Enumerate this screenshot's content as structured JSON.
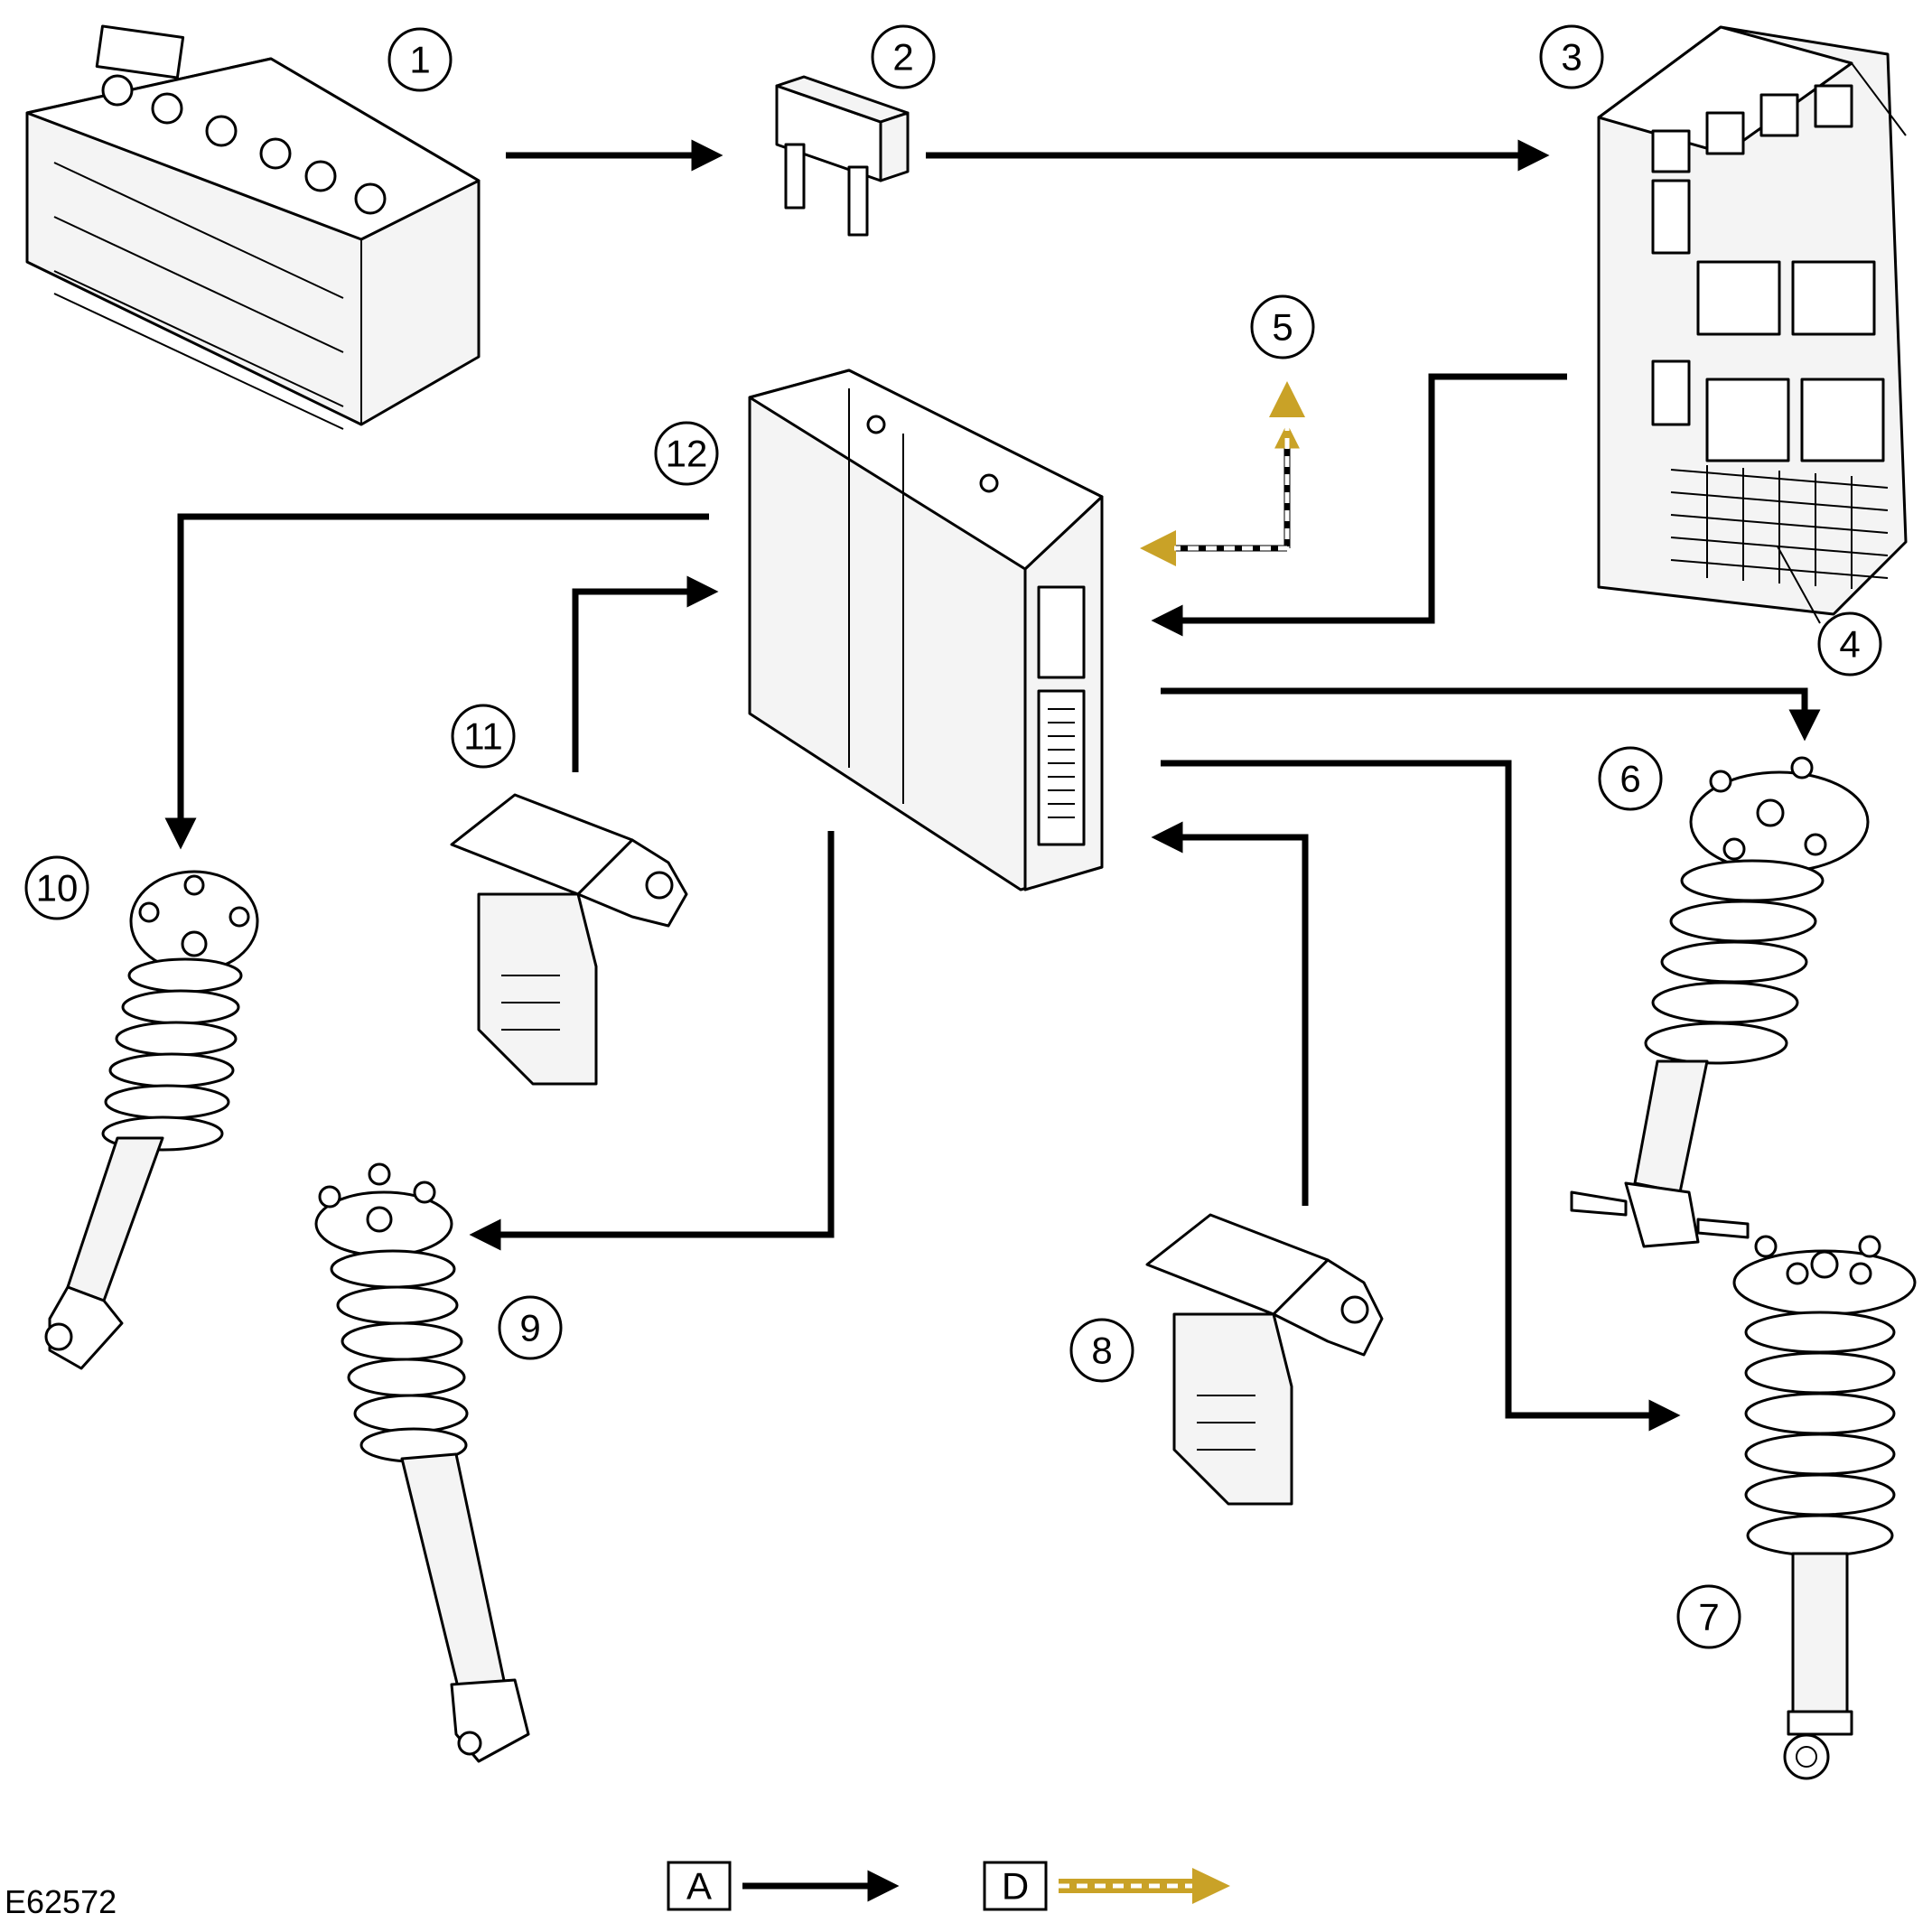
{
  "callouts": {
    "c1": "1",
    "c2": "2",
    "c3": "3",
    "c4": "4",
    "c5": "5",
    "c6": "6",
    "c7": "7",
    "c8": "8",
    "c9": "9",
    "c10": "10",
    "c11": "11",
    "c12": "12"
  },
  "legend": {
    "a_label": "A",
    "d_label": "D"
  },
  "reference": "E62572",
  "colors": {
    "hardwired": "#000000",
    "bus_outer": "#c9a227",
    "bus_inner": "#ffffff"
  }
}
